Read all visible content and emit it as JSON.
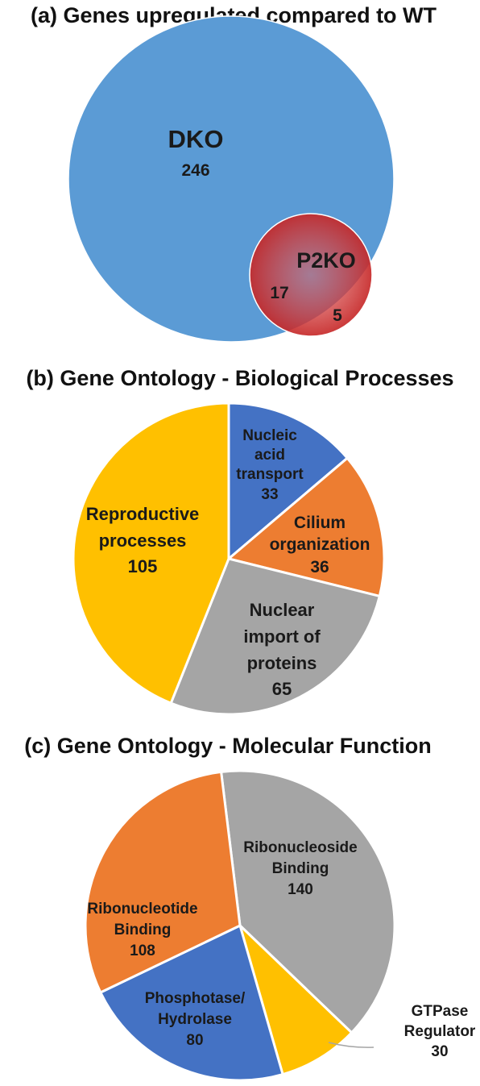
{
  "chart_data": [
    {
      "type": "venn",
      "title": "(a) Genes upregulated compared to WT",
      "sets": [
        {
          "name": "DKO",
          "only": 246,
          "color": "#5b9bd5"
        },
        {
          "name": "P2KO",
          "only": 5,
          "color": "#d94040"
        }
      ],
      "intersection": 17
    },
    {
      "type": "pie",
      "title": "(b) Gene Ontology - Biological Processes",
      "slices": [
        {
          "label_lines": [
            "Nucleic",
            "acid",
            "transport"
          ],
          "value": 33,
          "color": "#4472c4"
        },
        {
          "label_lines": [
            "Cilium",
            "organization"
          ],
          "value": 36,
          "color": "#ed7d31"
        },
        {
          "label_lines": [
            "Nuclear",
            "import of",
            "proteins"
          ],
          "value": 65,
          "color": "#a5a5a5"
        },
        {
          "label_lines": [
            "Reproductive",
            "processes"
          ],
          "value": 105,
          "color": "#ffc000"
        }
      ]
    },
    {
      "type": "pie",
      "title": "(c) Gene Ontology - Molecular Function",
      "slices": [
        {
          "label_lines": [
            "Ribonucleoside",
            "Binding"
          ],
          "value": 140,
          "color": "#a5a5a5"
        },
        {
          "label_lines": [
            "GTPase",
            "Regulator"
          ],
          "value": 30,
          "color": "#ffc000"
        },
        {
          "label_lines": [
            "Phosphotase/",
            "Hydrolase"
          ],
          "value": 80,
          "color": "#4472c4"
        },
        {
          "label_lines": [
            "Ribonucleotide",
            "Binding"
          ],
          "value": 108,
          "color": "#ed7d31"
        }
      ]
    }
  ]
}
